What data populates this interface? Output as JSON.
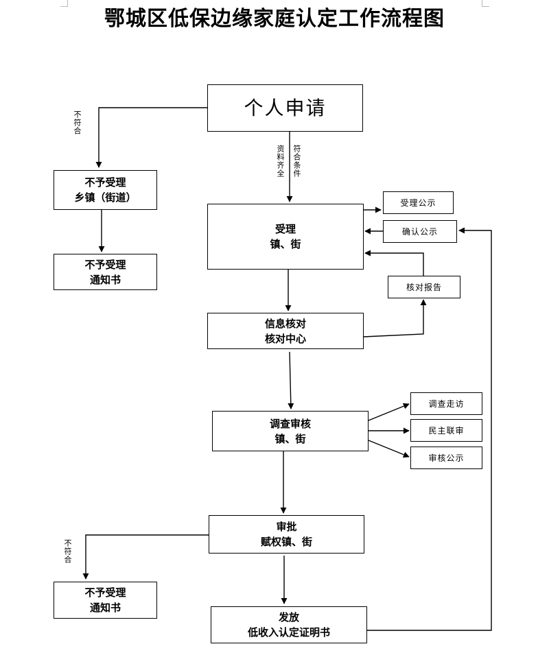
{
  "title": "鄂城区低保边缘家庭认定工作流程图",
  "nodes": {
    "apply": "个人申请",
    "reject_town_1": "不予受理",
    "reject_town_2": "乡镇（街道）",
    "reject_notice_a_1": "不予受理",
    "reject_notice_a_2": "通知书",
    "accept_1": "受理",
    "accept_2": "镇、街",
    "accept_public": "受理公示",
    "confirm_public": "确认公示",
    "verify_report": "核对报告",
    "info_verify_1": "信息核对",
    "info_verify_2": "核对中心",
    "survey_1": "调查审核",
    "survey_2": "镇、街",
    "visit": "调查走访",
    "joint_review": "民主联审",
    "review_public": "审核公示",
    "approve_1": "审批",
    "approve_2": "赋权镇、街",
    "reject_notice_b_1": "不予受理",
    "reject_notice_b_2": "通知书",
    "issue_1": "发放",
    "issue_2": "低收入认定证明书"
  },
  "edge_labels": {
    "not_eligible_top": "不符合",
    "eligible": "符合条件",
    "docs_complete": "资料齐全",
    "not_eligible_bottom": "不符合"
  }
}
